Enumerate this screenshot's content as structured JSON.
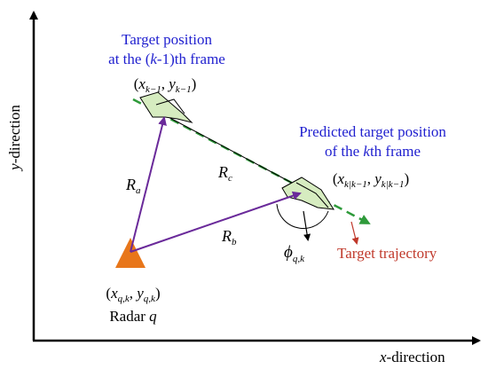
{
  "axes": {
    "x_label_var": "x",
    "x_label_rest": "-direction",
    "y_label_var": "y",
    "y_label_rest": "-direction"
  },
  "target_prev": {
    "line1": "Target position",
    "line2_pre": "at the (",
    "line2_var": "k",
    "line2_post": "-1)th frame",
    "coord_x": "x",
    "coord_x_sub": "k−1",
    "coord_y": "y",
    "coord_y_sub": "k−1"
  },
  "target_pred": {
    "line1": "Predicted target position",
    "line2_pre": "of the ",
    "line2_var": "k",
    "line2_post": "th frame",
    "coord_x": "x",
    "coord_x_sub": "k|k−1",
    "coord_y": "y",
    "coord_y_sub": "k|k−1"
  },
  "radar": {
    "coord_x": "x",
    "coord_x_sub": "q,k",
    "coord_y": "y",
    "coord_y_sub": "q,k",
    "label_pre": "Radar ",
    "label_var": "q"
  },
  "ranges": {
    "ra": "R",
    "ra_sub": "a",
    "rb": "R",
    "rb_sub": "b",
    "rc": "R",
    "rc_sub": "c"
  },
  "angle": {
    "symbol": "ϕ",
    "sub": "q,k"
  },
  "trajectory_label": "Target trajectory",
  "colors": {
    "blue_text": "#1f1fcf",
    "purple_line": "#6a2a9a",
    "green_dashed": "#2e9a3a",
    "radar_orange": "#e8761a",
    "target_fill": "#d6ecc0",
    "trajectory_red": "#c0392b"
  }
}
